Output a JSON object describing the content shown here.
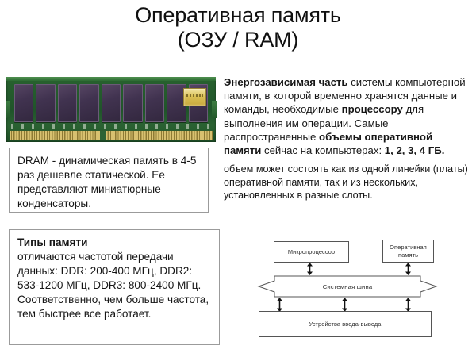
{
  "title": {
    "line1": "Оперативная память",
    "line2": "(ОЗУ / RAM)"
  },
  "ram_photo": {
    "alt": "ram-module-dimm",
    "pcb_color": "#24592b",
    "chip_color": "#413350",
    "pin_color": "#d8c170",
    "label_color": "#d9bf54"
  },
  "boxes": {
    "dram": {
      "text": "DRAM - динамическая память в 4-5 раз дешевле статической. Ее представляют миниатюрные конденсаторы."
    },
    "types": {
      "heading": "Типы памяти",
      "text": "отличаются частотой передачи данных: DDR: 200-400 МГц, DDR2: 533-1200 МГц, DDR3: 800-2400 МГц. Соответственно, чем больше частота, тем быстрее все работает."
    }
  },
  "description": {
    "para1": {
      "seg1_bold": "Энергозависимая часть",
      "seg2": " системы компьютерной памяти, в которой временно хранятся данные и команды, необходимые ",
      "seg3_bold": "процессору",
      "seg4": " для выполнения им операции. Самые распространенные ",
      "seg5_bold": "объемы оперативной памяти",
      "seg6": " сейчас на компьютерах: ",
      "seg7_bold": "1, 2, 3, 4 ГБ."
    },
    "para2": "объем может состоять как из одной линейки (платы) оперативной памяти, так и из нескольких, установленных в разные слоты."
  },
  "diagram": {
    "cpu": "Микропроцессор",
    "ram": "Оперативная память",
    "bus": "Системная шина",
    "io": "Устройства ввода-вывода",
    "line_color": "#555555"
  }
}
